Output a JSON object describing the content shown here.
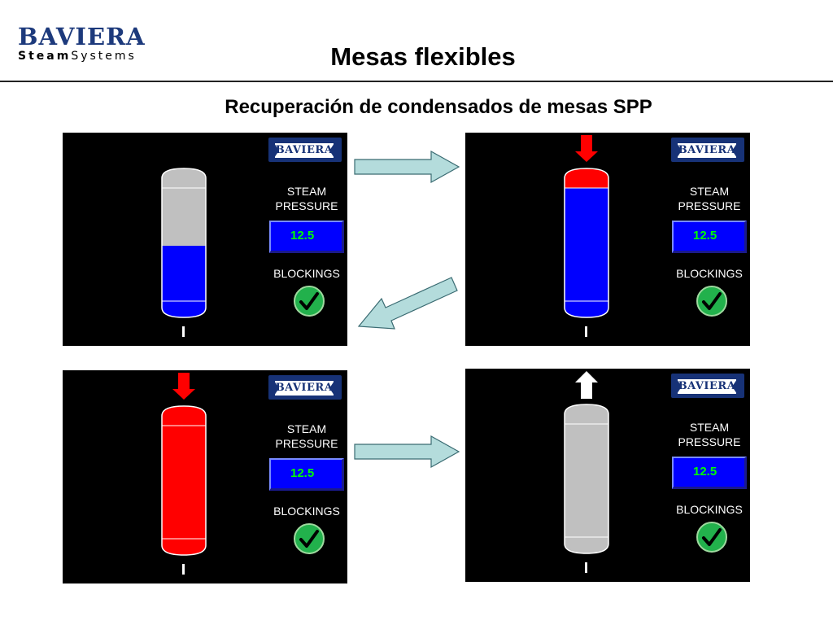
{
  "header": {
    "logo_main": "BAVIERA",
    "logo_sub_bold": "Steam",
    "logo_sub_rest": "Systems",
    "title": "Mesas flexibles",
    "subtitle": "Recuperación de condensados de mesas SPP"
  },
  "panels": [
    {
      "badge": "BAVIERA",
      "steam_label_line1": "STEAM",
      "steam_label_line2": "PRESSURE",
      "pressure_value": "12.5",
      "blockings_label": "BLOCKINGS",
      "tank_state": "partially filled (condensate)",
      "tank_liquid_fraction": 0.47,
      "indicator": "none"
    },
    {
      "badge": "BAVIERA",
      "steam_label_line1": "STEAM",
      "steam_label_line2": "PRESSURE",
      "pressure_value": "12.5",
      "blockings_label": "BLOCKINGS",
      "tank_state": "full with steam entering from top",
      "indicator": "arrow-down-red"
    },
    {
      "badge": "BAVIERA",
      "steam_label_line1": "STEAM",
      "steam_label_line2": "PRESSURE",
      "pressure_value": "12.5",
      "blockings_label": "BLOCKINGS",
      "tank_state": "full of steam",
      "indicator": "arrow-down-red"
    },
    {
      "badge": "BAVIERA",
      "steam_label_line1": "STEAM",
      "steam_label_line2": "PRESSURE",
      "pressure_value": "12.5",
      "blockings_label": "BLOCKINGS",
      "tank_state": "empty, vent open",
      "indicator": "arrow-up-white"
    }
  ],
  "colors": {
    "brand_blue": "#173277",
    "screen_bg": "#000000",
    "liquid_blue": "#0000ff",
    "steam_red": "#ff0000",
    "empty_gray": "#c0c0c0",
    "pressure_text": "#00ff00",
    "check_green": "#22b14c",
    "flow_arrow": "#b4dcdc"
  },
  "icons": [
    "checkmark-icon",
    "arrow-down-icon",
    "arrow-up-icon",
    "flow-arrow-icon"
  ]
}
